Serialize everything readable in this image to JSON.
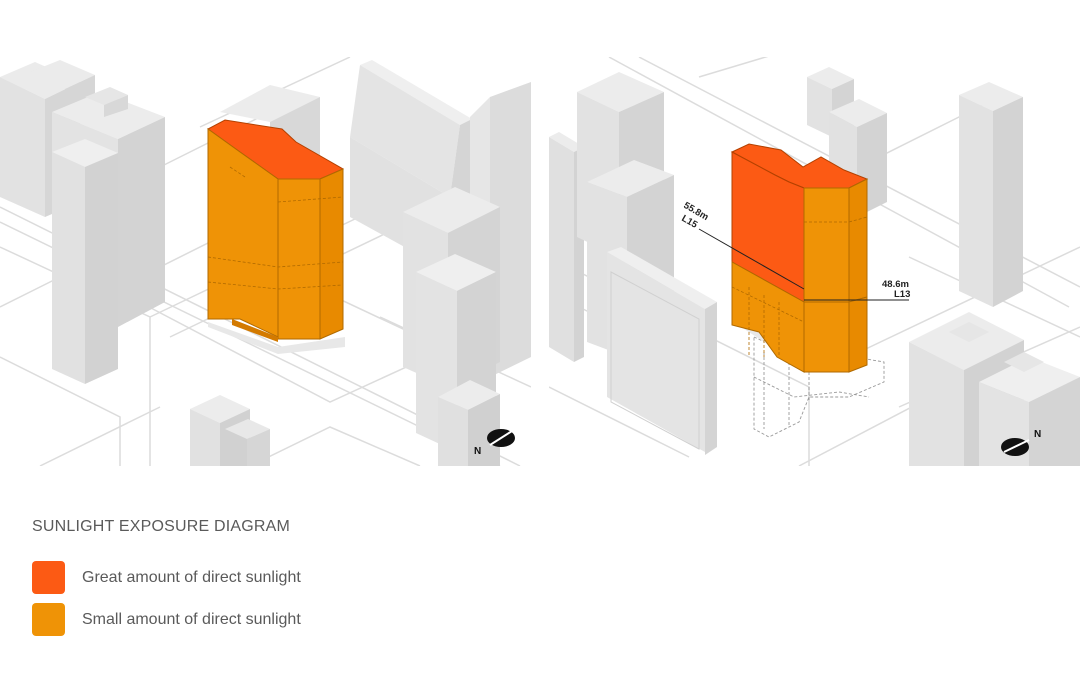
{
  "legend": {
    "title": "SUNLIGHT EXPOSURE DIAGRAM",
    "items": [
      {
        "label": "Great amount of direct sunlight",
        "color": "#fc5a14"
      },
      {
        "label": "Small amount of direct sunlight",
        "color": "#ef9306"
      }
    ]
  },
  "right_panel": {
    "dimension_upper": {
      "height": "55.8m",
      "level": "L15"
    },
    "dimension_lower": {
      "height": "48.6m",
      "level": "L13"
    }
  },
  "north_label": "N",
  "colors": {
    "building": "#e3e3e3",
    "building_side": "#d4d4d4",
    "street_line": "#dcdcdc"
  }
}
